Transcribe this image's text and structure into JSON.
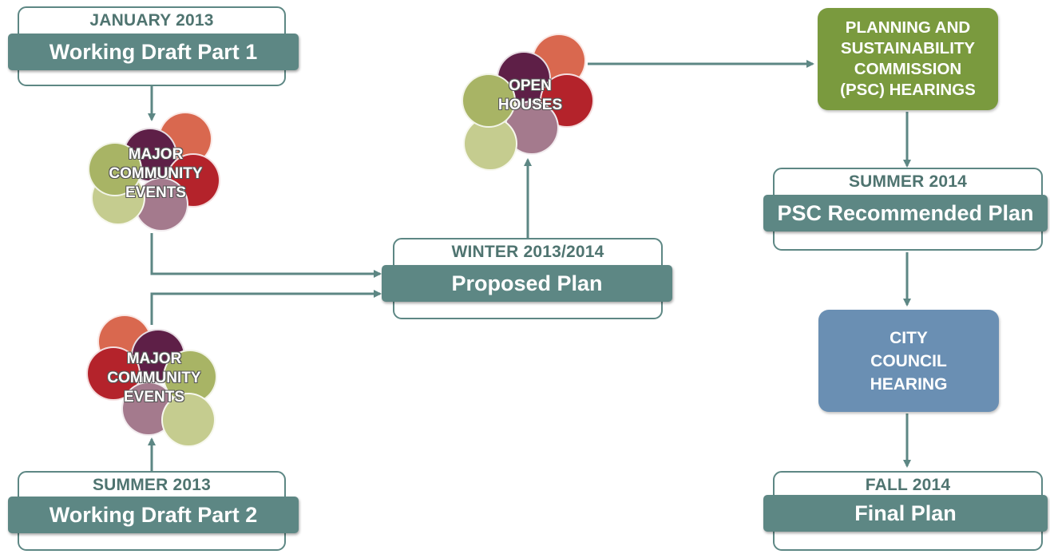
{
  "milestones": {
    "jan2013": {
      "date": "JANUARY 2013",
      "title": "Working Draft Part 1"
    },
    "summer2013": {
      "date": "SUMMER 2013",
      "title": "Working Draft Part 2"
    },
    "winter2013": {
      "date": "WINTER 2013/2014",
      "title": "Proposed Plan"
    },
    "summer2014": {
      "date": "SUMMER 2014",
      "title": "PSC Recommended Plan"
    },
    "fall2014": {
      "date": "FALL 2014",
      "title": "Final Plan"
    }
  },
  "hearings": {
    "psc": {
      "lines": [
        "PLANNING AND",
        "SUSTAINABILITY",
        "COMMISSION",
        "(PSC) HEARINGS"
      ],
      "color": "#7a9a3e"
    },
    "council": {
      "lines": [
        "CITY",
        "COUNCIL",
        "HEARING"
      ],
      "color": "#6a8fb3"
    }
  },
  "clusters": {
    "events_top": {
      "lines": [
        "MAJOR",
        "COMMUNITY",
        "EVENTS"
      ]
    },
    "events_bottom": {
      "lines": [
        "MAJOR",
        "COMMUNITY",
        "EVENTS"
      ]
    },
    "open_houses": {
      "lines": [
        "OPEN",
        "HOUSES"
      ]
    }
  },
  "colors": {
    "teal": "#5d8784",
    "arrow": "#5d8784",
    "bubble_orange": "#d9684f",
    "bubble_plum": "#5e1f47",
    "bubble_red": "#b4232b",
    "bubble_olive": "#a8b465",
    "bubble_sage": "#c5cc8f",
    "bubble_mauve": "#a47a8d"
  }
}
